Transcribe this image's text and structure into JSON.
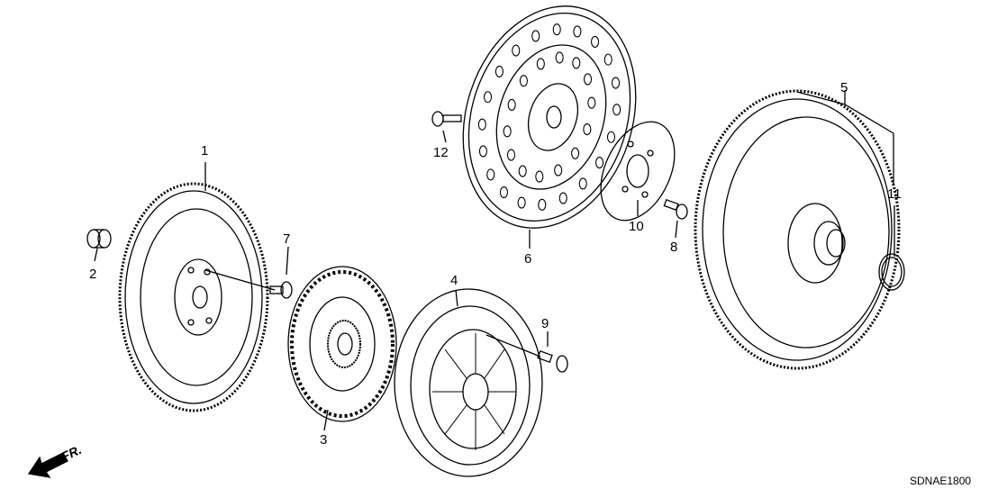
{
  "diagram_code": "SDNAE1800",
  "front_indicator": "FR.",
  "callouts": {
    "c1": "1",
    "c2": "2",
    "c3": "3",
    "c4": "4",
    "c5": "5",
    "c6": "6",
    "c7": "7",
    "c8": "8",
    "c9": "9",
    "c10": "10",
    "c11": "11",
    "c12": "12"
  },
  "colors": {
    "line": "#000000",
    "background": "#ffffff"
  }
}
